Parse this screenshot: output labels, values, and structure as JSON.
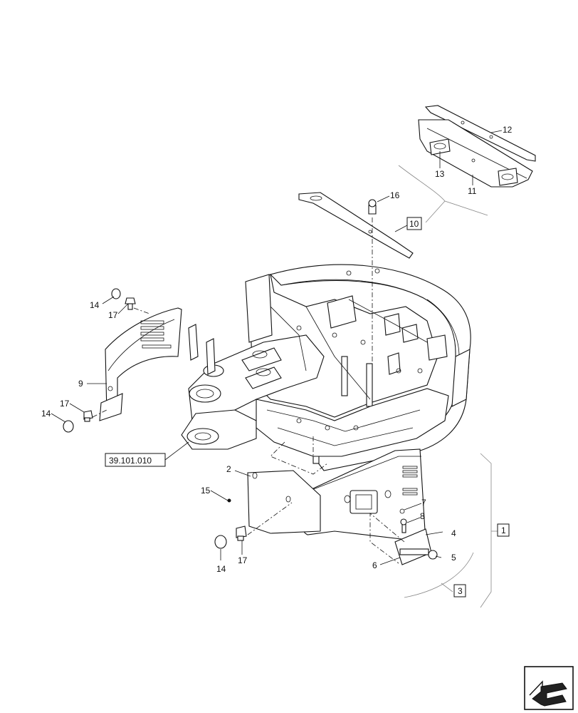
{
  "diagram": {
    "callouts": {
      "c1": "1",
      "c2": "2",
      "c3": "3",
      "c4": "4",
      "c5": "5",
      "c6": "6",
      "c7": "7",
      "c8": "8",
      "c9": "9",
      "c10": "10",
      "c11": "11",
      "c12": "12",
      "c13": "13",
      "c14a": "14",
      "c14b": "14",
      "c14c": "14",
      "c15": "15",
      "c16": "16",
      "c17a": "17",
      "c17b": "17",
      "c17c": "17"
    },
    "reference": "39.101.010"
  },
  "nav": {
    "icon": "arrow-icon"
  }
}
